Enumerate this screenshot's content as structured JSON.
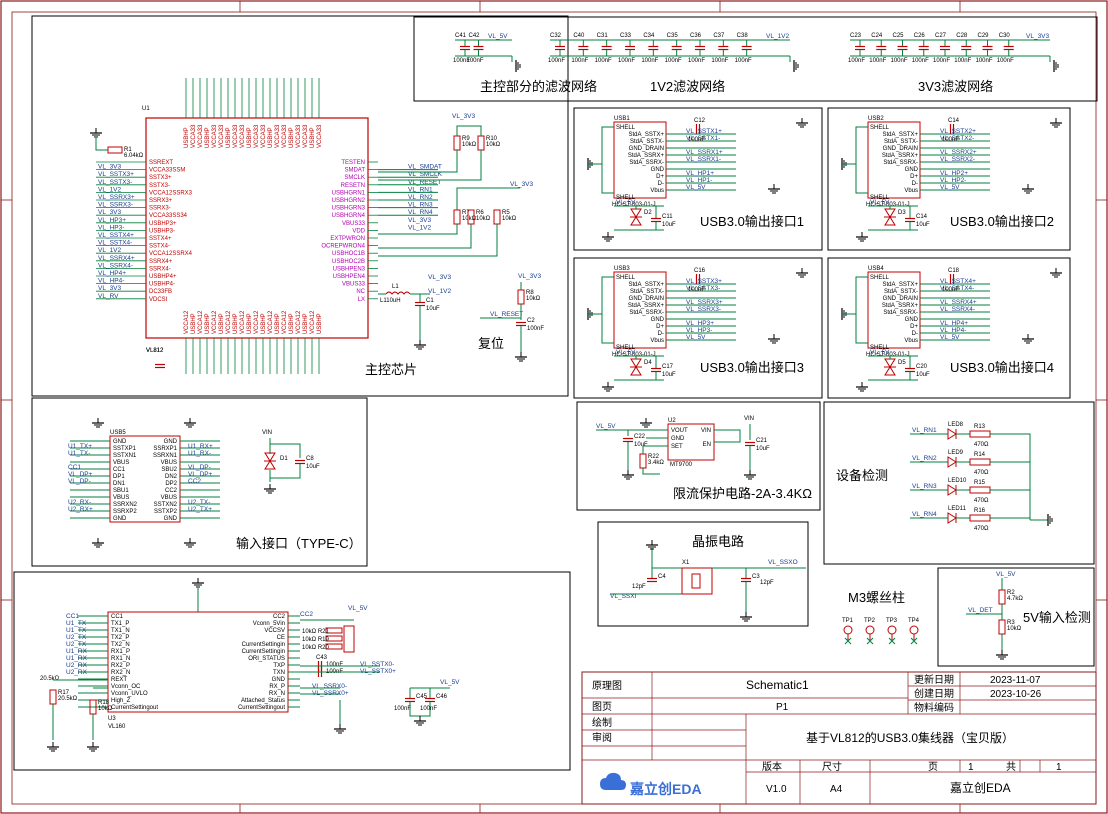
{
  "sections": {
    "main_filter": "主控部分的滤波网络",
    "v12_filter": "1V2滤波网络",
    "v33_filter": "3V3滤波网络",
    "main_chip": "主控芯片",
    "reset": "复位",
    "usb_out_1": "USB3.0输出接口1",
    "usb_out_2": "USB3.0输出接口2",
    "usb_out_3": "USB3.0输出接口3",
    "usb_out_4": "USB3.0输出接口4",
    "input_port": "输入接口（TYPE-C）",
    "current_limit": "限流保护电路-2A-3.4KΩ",
    "device_detect": "设备检测",
    "oscillator": "晶振电路",
    "m3_screw": "M3螺丝柱",
    "v5_detect": "5V输入检测"
  },
  "main_chip": {
    "ref": "U1",
    "part": "VL812",
    "left_pins": [
      "SSREXT",
      "VCCA33SSM",
      "SSTX3+",
      "SSTX3-",
      "VCCA12SSRX3",
      "SSRX3+",
      "SSRX3-",
      "VCCA33SS34",
      "USBHP3+",
      "USBHP3-",
      "SSTX4+",
      "SSTX4-",
      "VCCA12SSRX4",
      "SSRX4+",
      "SSRX4-",
      "USBHP4+",
      "USBHP4-",
      "DC33FB",
      "VDCSI"
    ],
    "left_nets": [
      "VL_3V3",
      "VL_SSTX3+",
      "VL_SSTX3-",
      "VL_1V2",
      "VL_SSRX3+",
      "VL_SSRX3-",
      "VL_3V3",
      "VL_HP3+",
      "VL_HP3-",
      "VL_SSTX4+",
      "VL_SSTX4-",
      "VL_1V2",
      "VL_SSRX4+",
      "VL_SSRX4-",
      "VL_HP4+",
      "VL_HP4-",
      "VL_3V3",
      "VL_RV"
    ],
    "right_pins": [
      "TESTEN",
      "SMDAT",
      "SMCLK",
      "RESETN",
      "USBHGRN1",
      "USBHGRN2",
      "USBHGRN3",
      "USBHGRN4",
      "VBUS33",
      "VDD",
      "EXTPWRON",
      "OCREPWRON4",
      "USBHOC1B",
      "USBHOC2B",
      "USBHPEN3",
      "USBHPEN4",
      "VBUS33",
      "NC",
      "LX"
    ],
    "right_nets": [
      "VL_SMDAT",
      "VL_SMCLK",
      "VL_RESET",
      "VL_RN1",
      "VL_RN2",
      "VL_RN3",
      "VL_RN4",
      "VL_3V3",
      "VL_1V2"
    ]
  },
  "filters": {
    "main": {
      "net": "VL_5V",
      "caps": [
        "C41",
        "C42"
      ],
      "value": "100nF"
    },
    "v12": {
      "net": "VL_1V2",
      "caps": [
        "C32",
        "C40",
        "C31",
        "C33",
        "C34",
        "C35",
        "C36",
        "C37",
        "C38"
      ],
      "value": "100nF"
    },
    "v33": {
      "net": "VL_3V3",
      "caps": [
        "C23",
        "C24",
        "C25",
        "C26",
        "C27",
        "C28",
        "C29",
        "C30"
      ],
      "value": "100nF"
    }
  },
  "passives": {
    "R1": "6.04kΩ",
    "R9": "10kΩ",
    "R10": "10kΩ",
    "R7": "10kΩ",
    "R6": "10kΩ",
    "R5": "10kΩ",
    "L1": "L110uH",
    "C1": "10uF",
    "R8": "10kΩ",
    "C2": "100nF"
  },
  "reset_net": "VL_RESET",
  "usb_ports": [
    {
      "ref": "USB1",
      "part": "HC-ST-003-01-J",
      "tx": [
        "VL_SSTX1+",
        "VL_SSTX1-"
      ],
      "rx": [
        "VL_SSRX1+",
        "VL_SSRX1-"
      ],
      "hp": [
        "VL_HP1+",
        "VL_HP1-"
      ],
      "diode": "D2",
      "cap": "C11",
      "cap_val": "10uF"
    },
    {
      "ref": "USB2",
      "part": "HC-ST-003-01-J",
      "tx": [
        "VL_SSTX2+",
        "VL_SSTX2-"
      ],
      "rx": [
        "VL_SSRX2+",
        "VL_SSRX2-"
      ],
      "hp": [
        "VL_HP2+",
        "VL_HP2-"
      ],
      "diode": "D3",
      "cap": "C14",
      "cap_val": "10uF"
    },
    {
      "ref": "USB3",
      "part": "HC-ST-003-01-J",
      "tx": [
        "VL_SSTX3+",
        "VL_SSTX3-"
      ],
      "rx": [
        "VL_SSRX3+",
        "VL_SSRX3-"
      ],
      "hp": [
        "VL_HP3+",
        "VL_HP3-"
      ],
      "diode": "D4",
      "cap": "C17",
      "cap_val": "10uF"
    },
    {
      "ref": "USB4",
      "part": "HC-ST-003-01-J",
      "tx": [
        "VL_SSTX4+",
        "VL_SSTX4-"
      ],
      "rx": [
        "VL_SSRX4+",
        "VL_SSRX4-"
      ],
      "hp": [
        "VL_HP4+",
        "VL_HP4-"
      ],
      "diode": "D5",
      "cap": "C20",
      "cap_val": "10uF"
    }
  ],
  "usb_pin_names": [
    "SHELL",
    "StdA_SSTX+",
    "StdA_SSTX-",
    "GND_DRAIN",
    "StdA_SSRX+",
    "StdA_SSRX-",
    "GND",
    "D+",
    "D-",
    "Vbus",
    "SHELL"
  ],
  "typec": {
    "ref": "USB5",
    "left_pins": [
      "GND",
      "SSTXP1",
      "SSTXN1",
      "VBUS",
      "CC1",
      "DP1",
      "DN1",
      "SBU1",
      "VBUS",
      "SSRXN2",
      "SSRXP2",
      "GND"
    ],
    "right_pins": [
      "GND",
      "SSRXP1",
      "SSRXN1",
      "VBUS",
      "SBU2",
      "DN2",
      "DP2",
      "CC2",
      "VBUS",
      "SSTXN2",
      "SSTXP2",
      "GND"
    ],
    "left_nets": [
      "U1_TX+",
      "U1_TX-",
      "CC1",
      "VL_DP+",
      "VL_DP-",
      "U2_RX-",
      "U2_RX+"
    ],
    "right_nets": [
      "U1_RX+",
      "U1_RX-",
      "VL_DP-",
      "VL_DP+",
      "CC2",
      "U2_TX-",
      "U2_TX+"
    ],
    "diode": "D1",
    "cap": "C8",
    "cap_val": "10uF",
    "vin": "VIN"
  },
  "vl160": {
    "ref": "U3",
    "part": "VL160",
    "left_pins": [
      "CC1",
      "TX1_P",
      "TX1_N",
      "TX2_P",
      "TX2_N",
      "RX1_P",
      "RX1_N",
      "RX2_P",
      "RX2_N",
      "REXT",
      "Vconn_OC",
      "Vconn_UVLO",
      "High_Z",
      "CurrentSettingout"
    ],
    "right_pins": [
      "CC2",
      "Vconn_5Vin",
      "VCCSV",
      "CE",
      "CurrentSettingin",
      "CurrentSettingin",
      "ORI_STATUS",
      "TXP",
      "TXN",
      "GND",
      "RX_P",
      "RX_N",
      "Attached_Status",
      "CurrentSettingout"
    ],
    "left_nets": [
      "CC1",
      "U1_TX",
      "U1_TX",
      "U2_TX",
      "U2_TX",
      "U1_RX",
      "U1_RX",
      "U2_RX",
      "U2_RX"
    ],
    "R17": "20.5kΩ",
    "R18": "10kΩ",
    "resistors": [
      "R21",
      "R19",
      "R20"
    ],
    "res_val": "10kΩ",
    "tx_nets": [
      "VL_SSTX0-",
      "VL_SSTX0+"
    ],
    "rx_nets": [
      "VL_SSRX0-",
      "VL_SSRX0+"
    ],
    "caps": [
      "C43",
      "C44",
      "C45",
      "C46"
    ],
    "cap_val": "100nF",
    "net_5v": "VL_5V"
  },
  "current_limit": {
    "ref": "U2",
    "part": "MT9700",
    "pins": [
      "VOUT",
      "GND",
      "SET",
      "VIN",
      "EN"
    ],
    "C22": "10uF",
    "R22": "3.4kΩ",
    "C21": "10uF",
    "net_in": "VIN",
    "net_out": "VL_5V"
  },
  "leds": [
    {
      "net": "VL_RN1",
      "led": "LED8",
      "res": "R13",
      "val": "470Ω"
    },
    {
      "net": "VL_RN2",
      "led": "LED9",
      "res": "R14",
      "val": "470Ω"
    },
    {
      "net": "VL_RN3",
      "led": "LED10",
      "res": "R15",
      "val": "470Ω"
    },
    {
      "net": "VL_RN4",
      "led": "LED11",
      "res": "R16",
      "val": "470Ω"
    }
  ],
  "crystal": {
    "ref": "X1",
    "c1": "C4",
    "c2": "C3",
    "cap_val": "12pF",
    "net_in": "VL_SSXI",
    "net_out": "VL_SSXO"
  },
  "testpoints": [
    "TP1",
    "TP2",
    "TP3",
    "TP4"
  ],
  "v5_detect": {
    "R2": "4.7kΩ",
    "R3": "10kΩ",
    "net_in": "VL_5V",
    "net_out": "VL_DET"
  },
  "title_block": {
    "drawing_label": "原理图",
    "drawing_value": "Schematic1",
    "page_label": "图页",
    "page_value": "P1",
    "draw_label": "绘制",
    "review_label": "审阅",
    "updated_label": "更新日期",
    "updated_value": "2023-11-07",
    "created_label": "创建日期",
    "created_value": "2023-10-26",
    "bom_label": "物料编码",
    "title": "基于VL812的USB3.0集线器（宝贝版）",
    "version_label": "版本",
    "version_value": "V1.0",
    "size_label": "尺寸",
    "size_value": "A4",
    "page_num_label": "页",
    "page_num_value": "1",
    "total_label": "共",
    "total_value": "1",
    "company": "嘉立创EDA",
    "logo": "嘉立创EDA"
  },
  "colors": {
    "wire": "#00803c",
    "border": "#8b1a1a",
    "part": "#c00000",
    "label": "#1a3d8f",
    "pinlabel": "#b000b0"
  }
}
